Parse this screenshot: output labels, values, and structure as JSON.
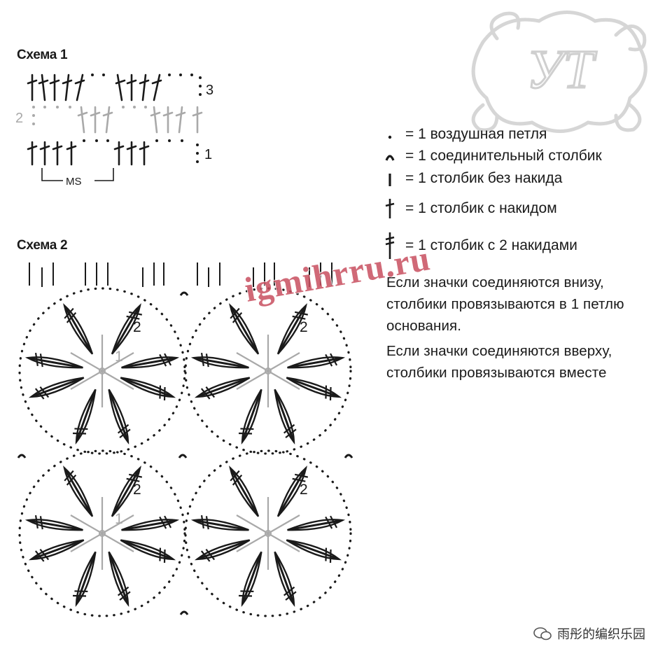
{
  "scheme1": {
    "title": "Схема 1",
    "row_labels": [
      "3",
      "2",
      "1"
    ],
    "repeat_label": "MS"
  },
  "scheme2": {
    "title": "Схема 2",
    "round_labels": [
      "2",
      "1",
      "2",
      "1",
      "2",
      "2"
    ]
  },
  "legend": [
    {
      "icon": "chain-stitch-icon",
      "text": "= 1 воздушная петля"
    },
    {
      "icon": "slip-stitch-icon",
      "text": "= 1 соединительный столбик"
    },
    {
      "icon": "single-crochet-icon",
      "text": "= 1 столбик без накида"
    },
    {
      "icon": "double-crochet-icon",
      "text": "= 1 столбик с накидом"
    },
    {
      "icon": "treble-crochet-icon",
      "text": "= 1 столбик с 2 накидами"
    }
  ],
  "notes": {
    "line1": "Если значки соединяются внизу,",
    "line2": "столбики провязываются в 1 петлю",
    "line3": "основания.",
    "line4": "Если значки соединяются вверху,",
    "line5": "столбики провязываются вместе"
  },
  "watermark": "igmihrru.ru",
  "logo_text": "УТ",
  "footer": {
    "text": "雨彤的编织乐园"
  },
  "colors": {
    "ink": "#1a1a1a",
    "gray": "#9a9a9a",
    "watermark": "#c84f60"
  }
}
